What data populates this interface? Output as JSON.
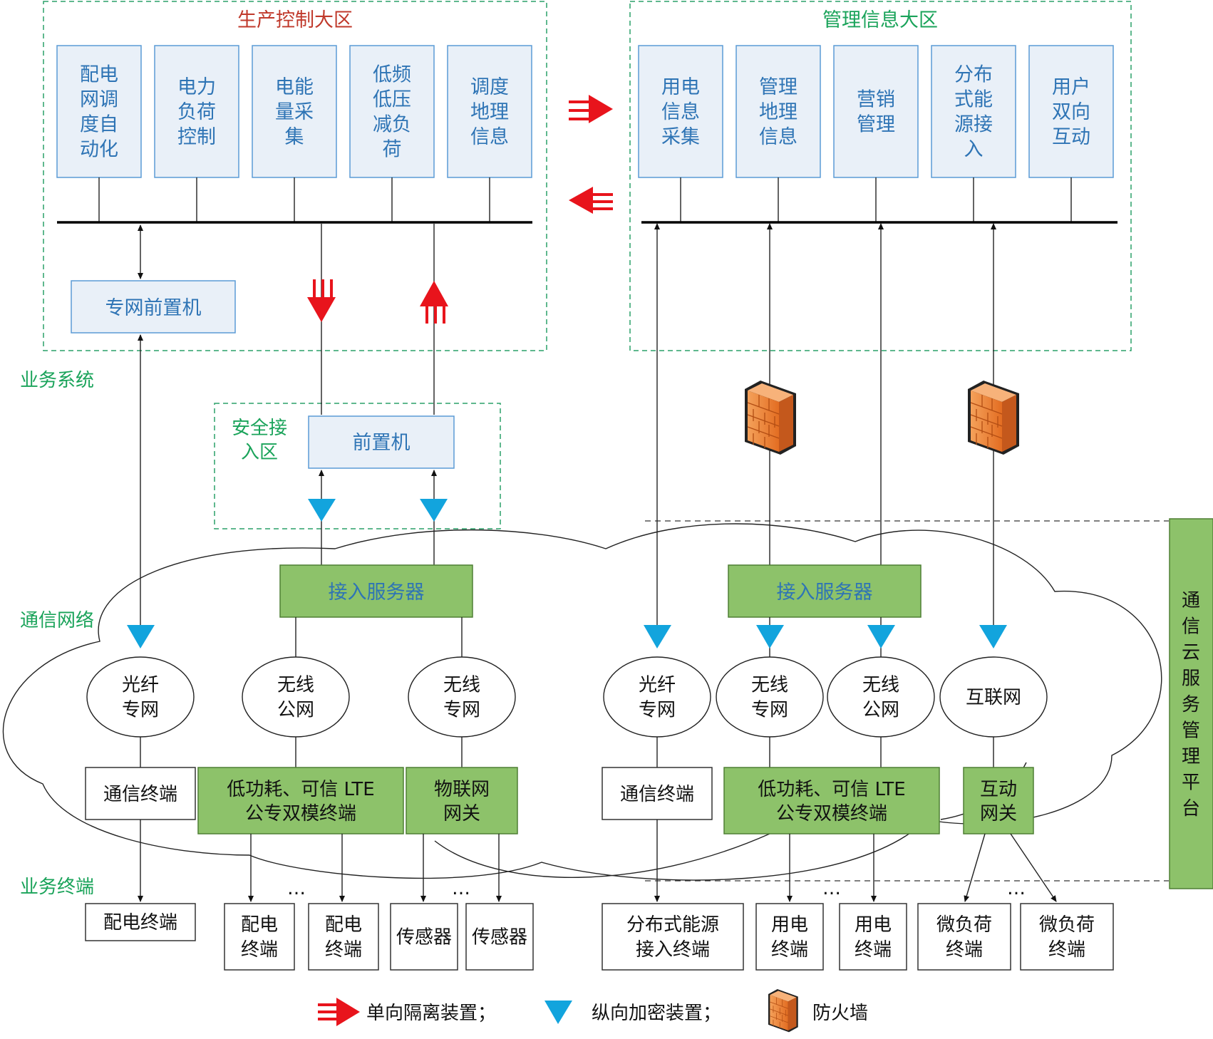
{
  "zones": {
    "production": {
      "title": "生产控制大区"
    },
    "management": {
      "title": "管理信息大区"
    },
    "secure_access": {
      "title": [
        "安全接",
        "入区"
      ]
    },
    "cloud_platform": {
      "title": "通信云服务管理平台"
    }
  },
  "layer_labels": {
    "business_system": "业务系统",
    "comm_network": "通信网络",
    "business_terminal": "业务终端"
  },
  "production_systems": [
    {
      "lines": [
        "配电",
        "网调",
        "度自",
        "动化"
      ]
    },
    {
      "lines": [
        "电力",
        "负荷",
        "控制"
      ]
    },
    {
      "lines": [
        "电能",
        "量采",
        "集"
      ]
    },
    {
      "lines": [
        "低频",
        "低压",
        "减负",
        "荷"
      ]
    },
    {
      "lines": [
        "调度",
        "地理",
        "信息"
      ]
    }
  ],
  "management_systems": [
    {
      "lines": [
        "用电",
        "信息",
        "采集"
      ]
    },
    {
      "lines": [
        "管理",
        "地理",
        "信息"
      ]
    },
    {
      "lines": [
        "营销",
        "管理"
      ]
    },
    {
      "lines": [
        "分布",
        "式能",
        "源接",
        "入"
      ]
    },
    {
      "lines": [
        "用户",
        "双向",
        "互动"
      ]
    }
  ],
  "nodes": {
    "private_front": "专网前置机",
    "front_machine": "前置机",
    "access_server_left": "接入服务器",
    "access_server_right": "接入服务器"
  },
  "networks_left": [
    {
      "lines": [
        "光纤",
        "专网"
      ]
    },
    {
      "lines": [
        "无线",
        "公网"
      ]
    },
    {
      "lines": [
        "无线",
        "专网"
      ]
    }
  ],
  "networks_right": [
    {
      "lines": [
        "光纤",
        "专网"
      ]
    },
    {
      "lines": [
        "无线",
        "专网"
      ]
    },
    {
      "lines": [
        "无线",
        "公网"
      ]
    },
    {
      "lines": [
        "互联网"
      ]
    }
  ],
  "terminals_left": {
    "comm": "通信终端",
    "lte": [
      "低功耗、可信 LTE",
      "公专双模终端"
    ],
    "iot_gateway": [
      "物联网",
      "网关"
    ]
  },
  "terminals_right": {
    "comm": "通信终端",
    "lte": [
      "低功耗、可信 LTE",
      "公专双模终端"
    ],
    "interactive_gateway": [
      "互动",
      "网关"
    ]
  },
  "devices_left": [
    {
      "lines": [
        "配电终端"
      ]
    },
    {
      "lines": [
        "配电",
        "终端"
      ]
    },
    {
      "lines": [
        "配电",
        "终端"
      ]
    },
    {
      "lines": [
        "传感器"
      ]
    },
    {
      "lines": [
        "传感器"
      ]
    }
  ],
  "devices_right": [
    {
      "lines": [
        "分布式能源",
        "接入终端"
      ]
    },
    {
      "lines": [
        "用电",
        "终端"
      ]
    },
    {
      "lines": [
        "用电",
        "终端"
      ]
    },
    {
      "lines": [
        "微负荷",
        "终端"
      ]
    },
    {
      "lines": [
        "微负荷",
        "终端"
      ]
    }
  ],
  "ellipsis": "…",
  "legend": {
    "isolation": "单向隔离装置；",
    "encryption": "纵向加密装置；",
    "firewall": "防火墙"
  },
  "colors": {
    "isolation_red": "#e8141c",
    "encryption_blue": "#12a4dd",
    "zone_green": "#2aa068",
    "title_red": "#c0392b",
    "firewall_orange": "#f08a3a"
  }
}
